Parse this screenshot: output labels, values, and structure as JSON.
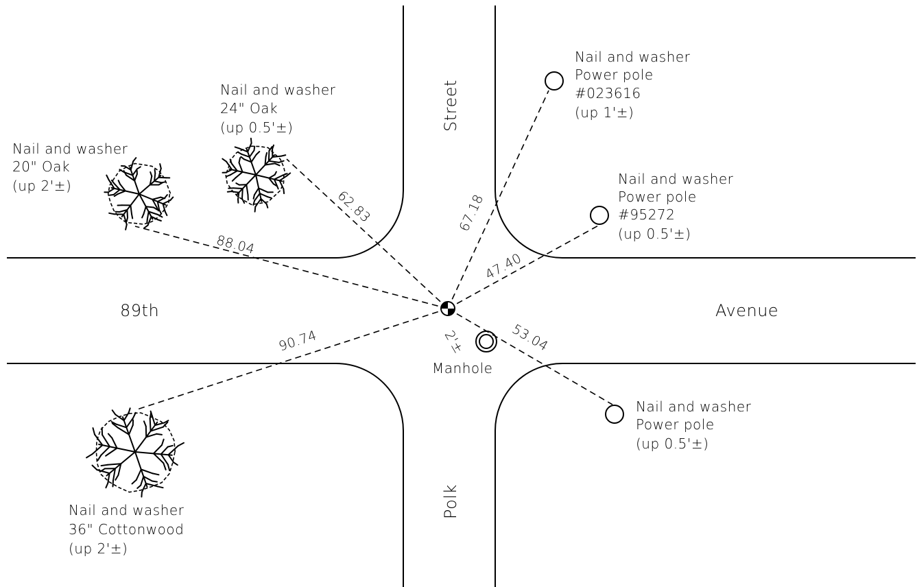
{
  "streets": {
    "avenue_west": "89th",
    "avenue_east": "Avenue",
    "street_north": "Street",
    "street_south": "Polk"
  },
  "control_point": {
    "label": "Manhole",
    "offset_label": "2'±"
  },
  "ties": {
    "oak20": {
      "distance": "88.04",
      "lines": [
        "Nail and washer",
        "20\" Oak",
        "(up 2'±)"
      ]
    },
    "oak24": {
      "distance": "62.83",
      "lines": [
        "Nail and washer",
        "24\" Oak",
        "(up 0.5'±)"
      ]
    },
    "pole_nw": {
      "distance": "67.18",
      "lines": [
        "Nail and washer",
        "Power pole",
        "#023616",
        "(up 1'±)"
      ]
    },
    "pole_ne": {
      "distance": "47.40",
      "lines": [
        "Nail and washer",
        "Power pole",
        "#95272",
        "(up 0.5'±)"
      ]
    },
    "pole_se": {
      "distance": "53.04",
      "lines": [
        "Nail and washer",
        "Power pole",
        "(up 0.5'±)"
      ]
    },
    "cottonwood": {
      "distance": "90.74",
      "lines": [
        "Nail and washer",
        "36\" Cottonwood",
        "(up 2'±)"
      ]
    }
  }
}
